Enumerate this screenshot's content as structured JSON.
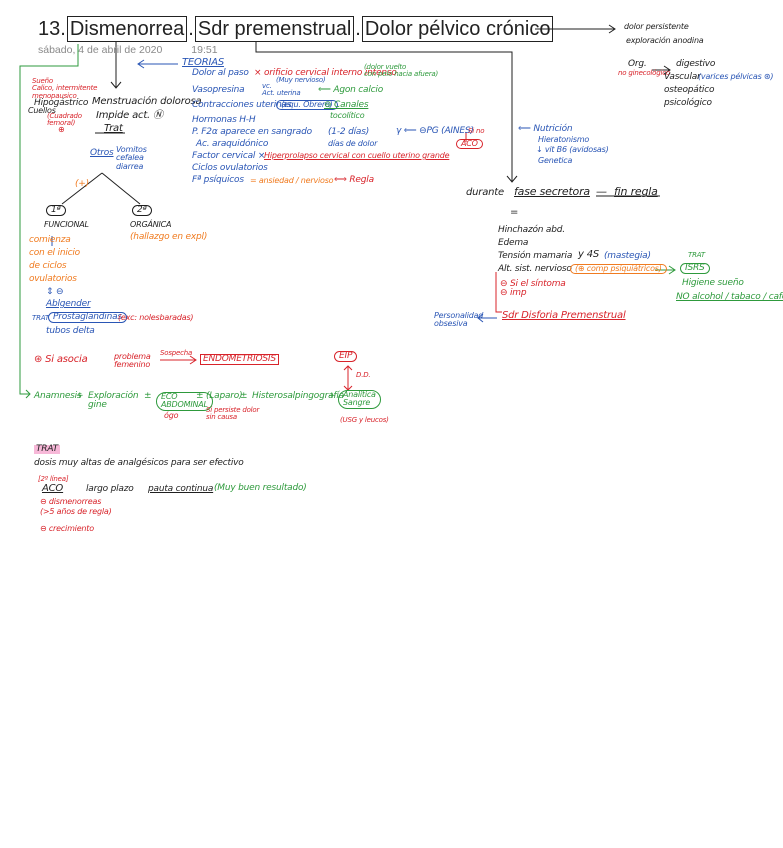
{
  "title": {
    "number": "13.",
    "part1": "Dismenorrea",
    "sep1": ".",
    "part2": "Sdr premenstrual",
    "sep2": ".",
    "part3": "Dolor pélvico crónico"
  },
  "meta": {
    "date": "sábado, 4 de abril de 2020",
    "time": "19:51"
  },
  "left": {
    "red_side": "Sueño\nCalico, intermitente\nmenopausico",
    "hipogastric": "Hipogástrico",
    "cuellos": "Cuellos",
    "small_green": "(Cuadrado\nfemoral)",
    "plus_small": "⊕",
    "menstruation": "Menstruación dolorosa",
    "impide": "Impide act. Ⓝ",
    "trat": "Trat",
    "otros": "Otros",
    "vomitos": "Vomitos\ncefalea\ndiarrea",
    "plus_orange": "(+)",
    "primaria_num": "1ª",
    "primaria": "FUNCIONAL",
    "secundaria_num": "2ª",
    "secundaria": "ORGÁNICA",
    "organica_note": "(hallazgo en expl)",
    "comienza": "comienza\ncon el inicio\nde ciclos\novulatorios",
    "arrow_ud": "⇕ ⊖",
    "ablgender": "Ablgender",
    "trat_label": "TRAT",
    "prostag": "Prostaglandinas",
    "exc": "(exc: nolesbaradas)",
    "tubos": "tubos delta",
    "si_asocia": "⊛ Si asocia",
    "problema": "problema\nfemenino",
    "sospecha": "Sospecha",
    "endometriosis": "ENDOMETRIOSIS",
    "eip": "EIP",
    "dd": "D.D.",
    "anamnesis": "Anamnesis",
    "plus1": "+",
    "exploracion": "Exploración\ngine",
    "plus2": "±",
    "eco": "ECO\nABDOMINAL",
    "eco_sub": "ógo",
    "laparo": "(Laparo)",
    "plus3": "±",
    "histero": "Histerosalpingografía",
    "plus4": "+",
    "analitica": "Analítica\nSangre",
    "analitica_sub": "(USG y leucos)",
    "si_persiste": "Si persiste dolor\nsin causa"
  },
  "theories": {
    "title": "TEORIAS",
    "t1": "Dolor al paso",
    "t1b": "× orificio cervical interno intenso",
    "t1c": "(Muy nervioso)",
    "t1d": "(dolor vuelto\ncon pelo hacia afuera)",
    "t2": "Vasopresina",
    "t2b": "vc.\nAct. uterina",
    "t2c": "⟸ Agon calcio",
    "t3": "Contracciones uterinas",
    "t3b": "(equ. Obrero)",
    "t3c": "⊖ Canales",
    "t3d": "tocolítico",
    "t4": "Hormonas H-H",
    "t5": "P. F2α aparece en sangrado",
    "t5b": "(1-2 días)",
    "t5c": "Ac. araquidónico",
    "t5d": "días de dolor",
    "t5e": "γ ⟸ ⊖PG (AINES)",
    "t5f": "Si no",
    "t5g": "ACO",
    "t6": "Factor cervical ×",
    "t6b": "Hiperprolapso cervical con cuello uterino grande",
    "t7": "Ciclos ovulatorios",
    "t8": "Fª psíquicos",
    "t8b": "= ansiedad / nervioso",
    "t8c": "⟺ Regla"
  },
  "right": {
    "dolor_persistente": "dolor persistente",
    "exploracion_anodina": "exploración anodina",
    "org": "Org.",
    "noginecologico": "no ginecológico",
    "digestivo": "digestivo",
    "vascular": "Vascular",
    "varices": "(varices pélvicas ⊛)",
    "osteopatico": "osteopático",
    "psicologico": "psicológico",
    "nutricion": "⟸ Nutrición",
    "hieratonismo": "Hieratonismo",
    "vitb6": "↓ vit B6 (avidosas)",
    "genetica": "Genetica",
    "durante": "durante",
    "fase": "fase secretora",
    "dash": "—",
    "fin_regla": "fin regla",
    "eq": "=",
    "hinchazon": "Hinchazón abd.",
    "edema": "Edema",
    "tension": "Tensión mamaria",
    "ys": "y 4S",
    "mastegia": "(mastegia)",
    "alt": "Alt. sist. nervioso",
    "comp": "(⊕ comp psiquiátricos)",
    "si_sintoma": "⊖ Si el síntoma\n⊖ imp",
    "trat_right": "TRAT",
    "isrs": "ISRS",
    "higiene": "Higiene sueño",
    "no_alcohol": "NO alcohol / tabaco / café",
    "personalidad": "Personalidad\nobsesiva",
    "sdr_disforia": "Sdr Disforia Premenstrual"
  },
  "trat_bottom": {
    "label": "TRAT",
    "dosis": "dosis muy altas de analgésicos para ser efectivo",
    "label2": "[2º línea]",
    "aco": "ACO",
    "largo": "largo plazo",
    "pauta": "pauta continua",
    "muy_buen": "(Muy buen resultado)",
    "contra1": "⊖ dismenorreas",
    "contra2": "(>5 años de regla)",
    "contra3": "⊖ crecimiento"
  }
}
